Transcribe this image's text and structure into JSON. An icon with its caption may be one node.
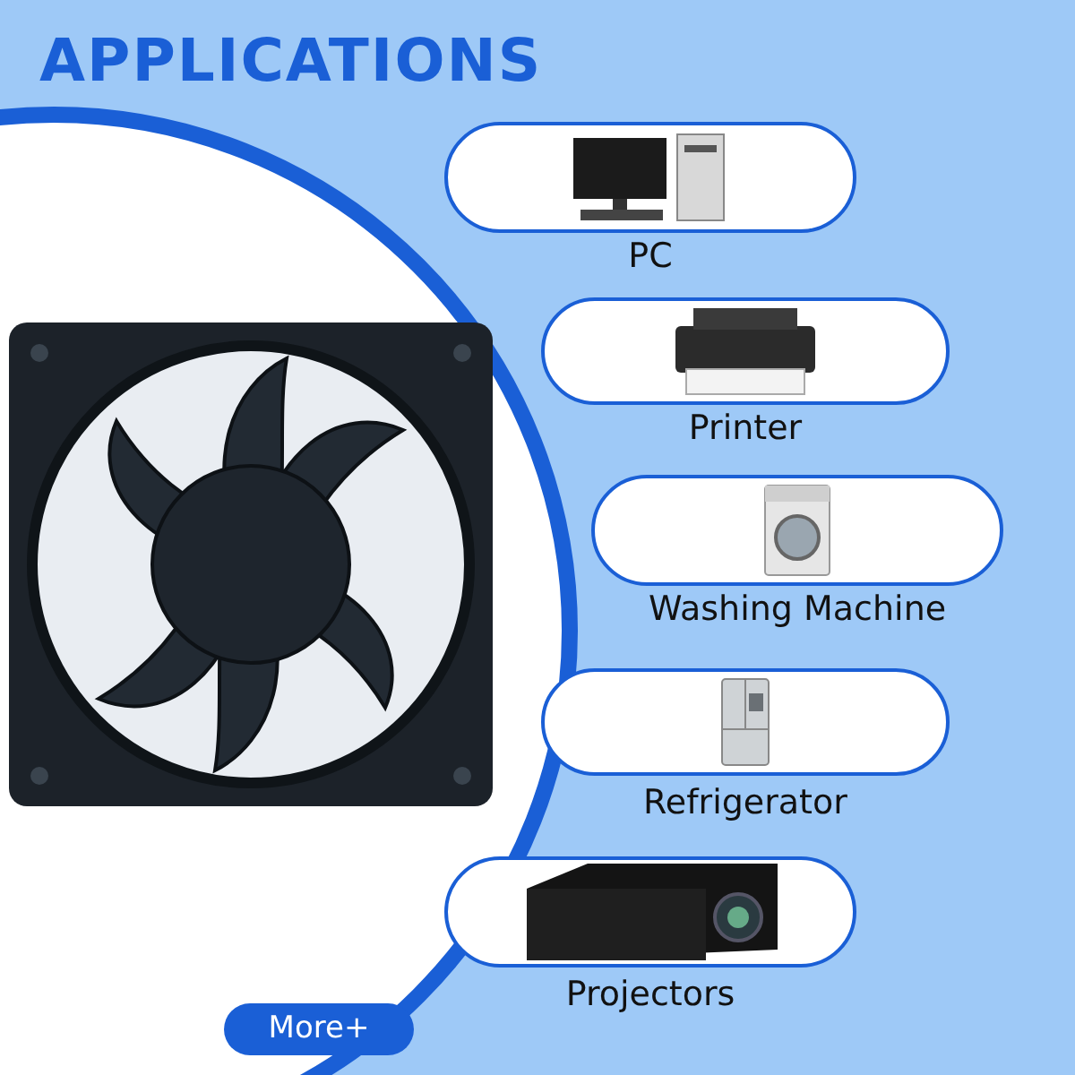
{
  "diagram": {
    "title": "APPLICATIONS",
    "nodes": [
      {
        "text": [
          "PC"
        ]
      },
      {
        "text": [
          "Printer"
        ]
      },
      {
        "text": [
          "Washing Machine"
        ]
      },
      {
        "text": [
          "Refrigerator"
        ]
      },
      {
        "text": [
          "Projectors"
        ]
      }
    ],
    "labels": [
      "More+"
    ]
  }
}
